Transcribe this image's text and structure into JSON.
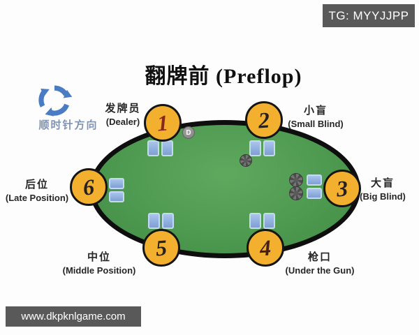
{
  "badges": {
    "tg": "TG: MYYJJPP",
    "website": "www.dkpknlgame.com"
  },
  "title": "翻牌前 (Preflop)",
  "direction": {
    "label": "顺时针方向",
    "icon": "clockwise-cycle-icon"
  },
  "dealer_button": {
    "label": "D"
  },
  "seats": [
    {
      "number": "1",
      "label_zh": "发牌员",
      "label_en": "(Dealer)"
    },
    {
      "number": "2",
      "label_zh": "小盲",
      "label_en": "(Small Blind)"
    },
    {
      "number": "3",
      "label_zh": "大盲",
      "label_en": "(Big Blind)"
    },
    {
      "number": "4",
      "label_zh": "枪口",
      "label_en": "(Under the Gun)"
    },
    {
      "number": "5",
      "label_zh": "中位",
      "label_en": "(Middle Position)"
    },
    {
      "number": "6",
      "label_zh": "后位",
      "label_en": "(Late Position)"
    }
  ],
  "colors": {
    "table_green": "#4e9a50",
    "seat_orange": "#f3b02f",
    "accent_blue": "#4a7cc4",
    "badge_gray": "#595959",
    "card_blue": "#8fafdd"
  }
}
